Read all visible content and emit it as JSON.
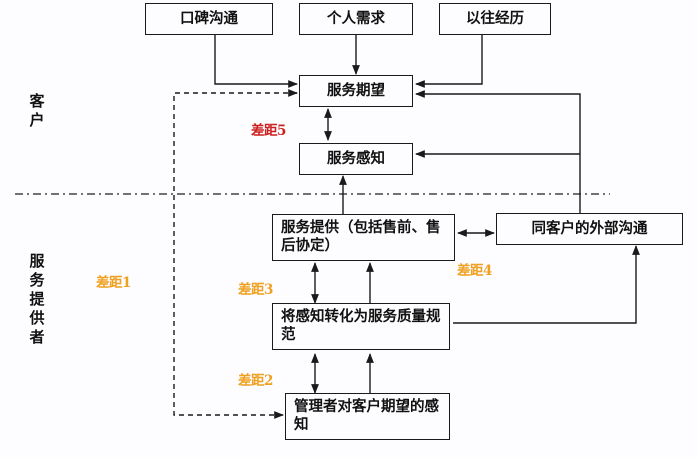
{
  "diagram": {
    "title_region_customer": "客户",
    "title_region_provider": "服务提供者",
    "nodes": {
      "word_of_mouth": "口碑沟通",
      "personal_needs": "个人需求",
      "past_experience": "以往经历",
      "expected_service": "服务期望",
      "perceived_service": "服务感知",
      "service_delivery": "服务提供（包括售前、售后协定）",
      "external_comm": "同客户的外部沟通",
      "specifications": "将感知转化为服务质量规范",
      "mgmt_perception": "管理者对客户期望的感知"
    },
    "gaps": {
      "gap1": "差距1",
      "gap2": "差距2",
      "gap3": "差距3",
      "gap4": "差距4",
      "gap5": "差距5"
    },
    "colors": {
      "gap_orange": "#f0a020",
      "gap_red": "#cc1f1f",
      "line": "#1a1a1a"
    }
  }
}
